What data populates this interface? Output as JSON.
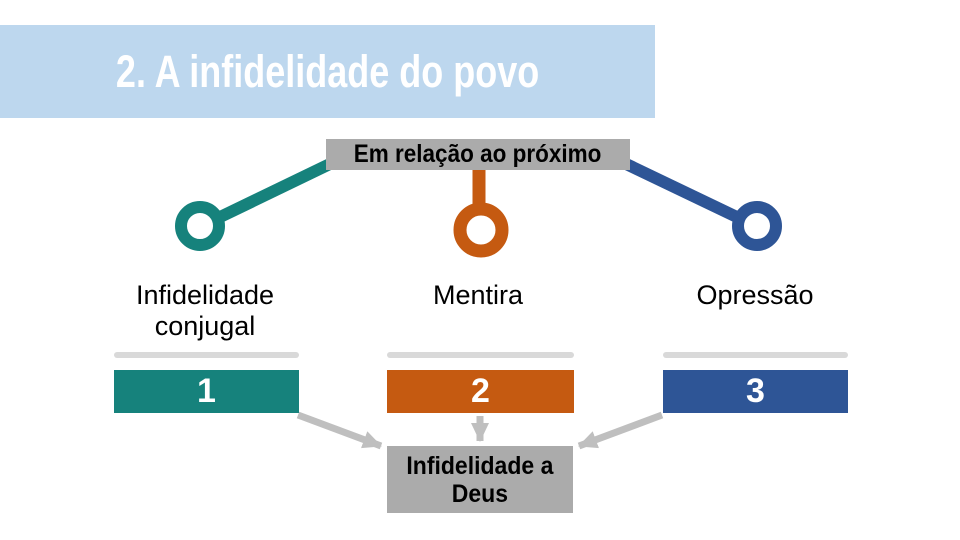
{
  "slide": {
    "title": "2. A infidelidade do povo",
    "center_box": "Em relação ao próximo",
    "result_box": "Infidelidade a\nDeus",
    "branches": [
      {
        "label": "Infidelidade\nconjugal",
        "number": "1",
        "color": "#16827C"
      },
      {
        "label": "Mentira",
        "number": "2",
        "color": "#C55A11"
      },
      {
        "label": "Opressão",
        "number": "3",
        "color": "#2E5596"
      }
    ]
  },
  "colors": {
    "background": "#FFFFFF",
    "banner_bg": "#BDD7EE",
    "title_text": "#FFFFFF",
    "box_bg": "#ABABAB",
    "box_text": "#000000",
    "label_text": "#000000",
    "bar_number_text": "#FFFFFF",
    "bar_shadow": "#D9D9D9",
    "arrow": "#BFBFBF"
  }
}
